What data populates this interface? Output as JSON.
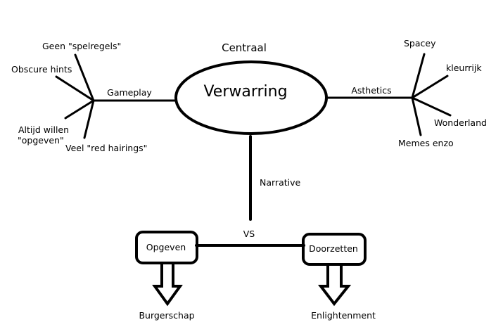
{
  "diagram": {
    "center_caption": "Centraal",
    "center_label": "Verwarring",
    "left_branch": {
      "label": "Gameplay",
      "items": [
        "Geen \"spelregels\"",
        "Obscure hints",
        "Altijd willen",
        "\"opgeven\"",
        "Veel \"red hairings\""
      ]
    },
    "right_branch": {
      "label": "Asthetics",
      "items": [
        "Spacey",
        "kleurrijk",
        "Wonderland",
        "Memes enzo"
      ]
    },
    "bottom_branch": {
      "label": "Narrative",
      "vs_label": "VS",
      "left_box": "Opgeven",
      "right_box": "Doorzetten",
      "left_outcome": "Burgerschap",
      "right_outcome": "Enlightenment"
    }
  }
}
